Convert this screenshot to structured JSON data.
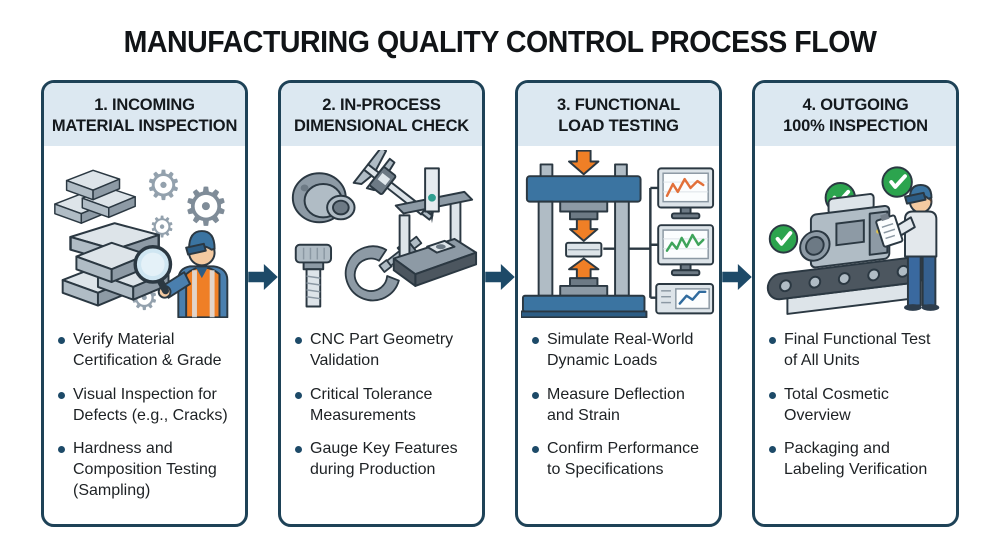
{
  "title": "MANUFACTURING QUALITY CONTROL PROCESS FLOW",
  "colors": {
    "panel_border": "#1e4257",
    "header_bg": "#dce8f1",
    "flow_arrow": "#1d4a68",
    "bullet_dot": "#1d4a68",
    "text": "#1d2124",
    "check_green": "#2ca44e",
    "load_arrow_orange": "#ef7f26",
    "machine_blue": "#3b74a1",
    "steel_gray": "#b0bcc5",
    "vest_orange": "#ef7f26"
  },
  "glyphs": {
    "gear": "⚙"
  },
  "stages": [
    {
      "title_lines": [
        "1. INCOMING",
        "MATERIAL INSPECTION"
      ],
      "illustration": "metal-ingots-gears-inspector-with-magnifier",
      "bullets": [
        "Verify Material Certification & Grade",
        "Visual Inspection for Defects (e.g., Cracks)",
        "Hardness and Composition Testing (Sampling)"
      ]
    },
    {
      "title_lines": [
        "2. IN-PROCESS",
        "DIMENSIONAL CHECK"
      ],
      "illustration": "caliper-micrometer-bolt-cmm-machine",
      "bullets": [
        "CNC Part Geometry Validation",
        "Critical Tolerance Measurements",
        "Gauge Key Features during Production"
      ]
    },
    {
      "title_lines": [
        "3. FUNCTIONAL",
        "LOAD TESTING"
      ],
      "illustration": "load-test-press-with-monitoring-screens",
      "bullets": [
        "Simulate Real-World Dynamic Loads",
        "Measure Deflection and Strain",
        "Confirm Performance to Specifications"
      ]
    },
    {
      "title_lines": [
        "4. OUTGOING",
        "100% INSPECTION"
      ],
      "illustration": "conveyor-final-inspection-green-checkmarks",
      "bullets": [
        "Final Functional Test of All Units",
        "Total Cosmetic Overview",
        "Packaging and Labeling Verification"
      ]
    }
  ]
}
